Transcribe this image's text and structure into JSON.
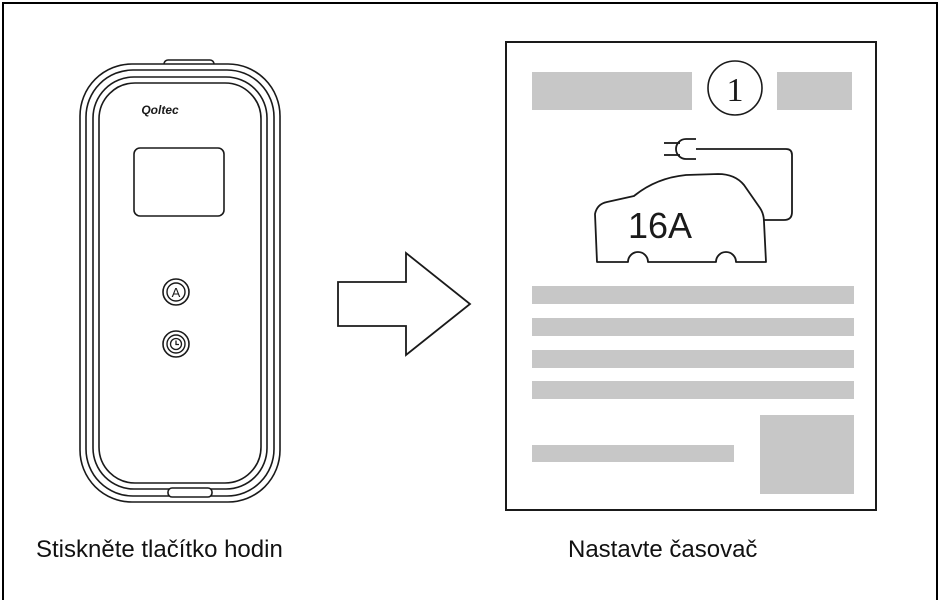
{
  "left_panel": {
    "brand_logo_text": "Qoltec",
    "caption": "Stiskněte tlačítko hodin",
    "button_a_label": "A"
  },
  "right_panel": {
    "step_number": "1",
    "current_label": "16A",
    "caption": "Nastavte časovač"
  },
  "colors": {
    "placeholder_gray": "#c7c7c7",
    "line": "#1a1a1a"
  },
  "icons": [
    "plug-icon",
    "car-icon",
    "clock-icon",
    "arrow-right-icon"
  ]
}
